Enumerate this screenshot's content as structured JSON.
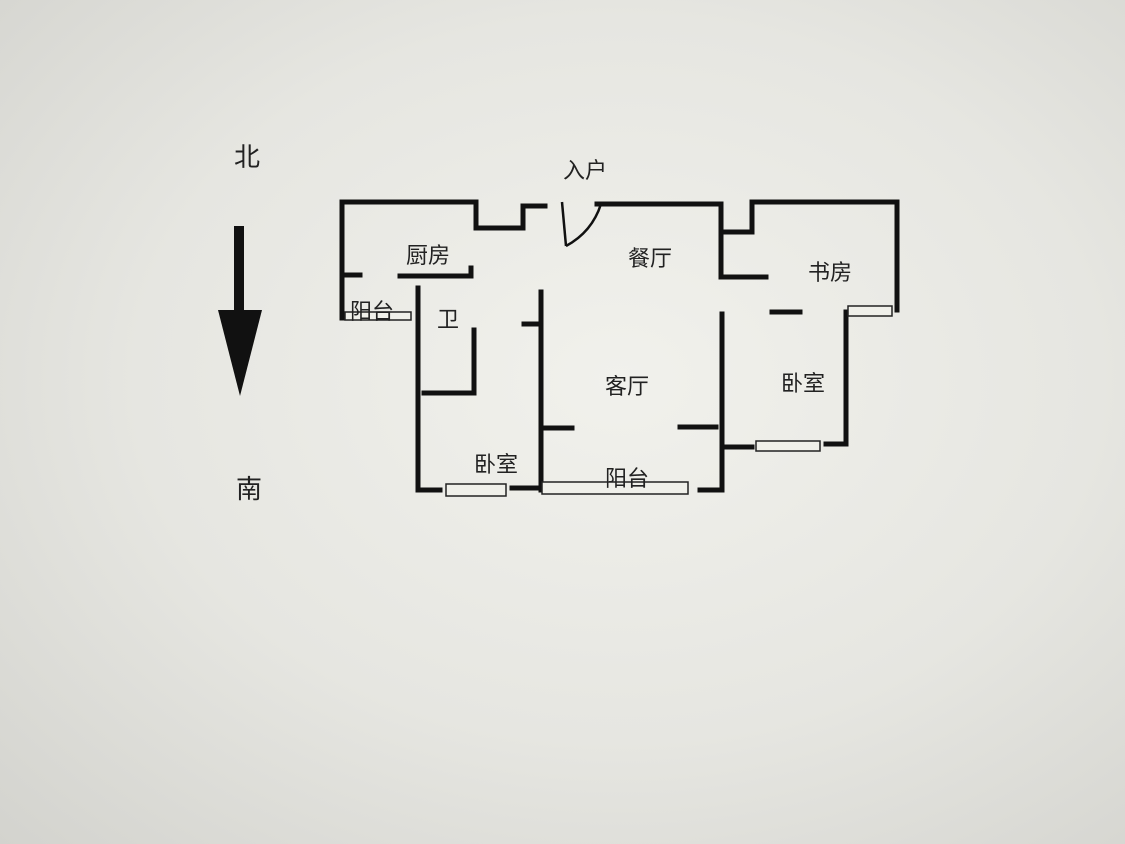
{
  "compass": {
    "north": "北",
    "south": "南"
  },
  "rooms": {
    "entrance": "入户",
    "kitchen": "厨房",
    "dining": "餐厅",
    "study": "书房",
    "balcony_west": "阳台",
    "bathroom": "卫",
    "living": "客厅",
    "bedroom_east": "卧室",
    "bedroom_south": "卧室",
    "balcony_south": "阳台"
  }
}
